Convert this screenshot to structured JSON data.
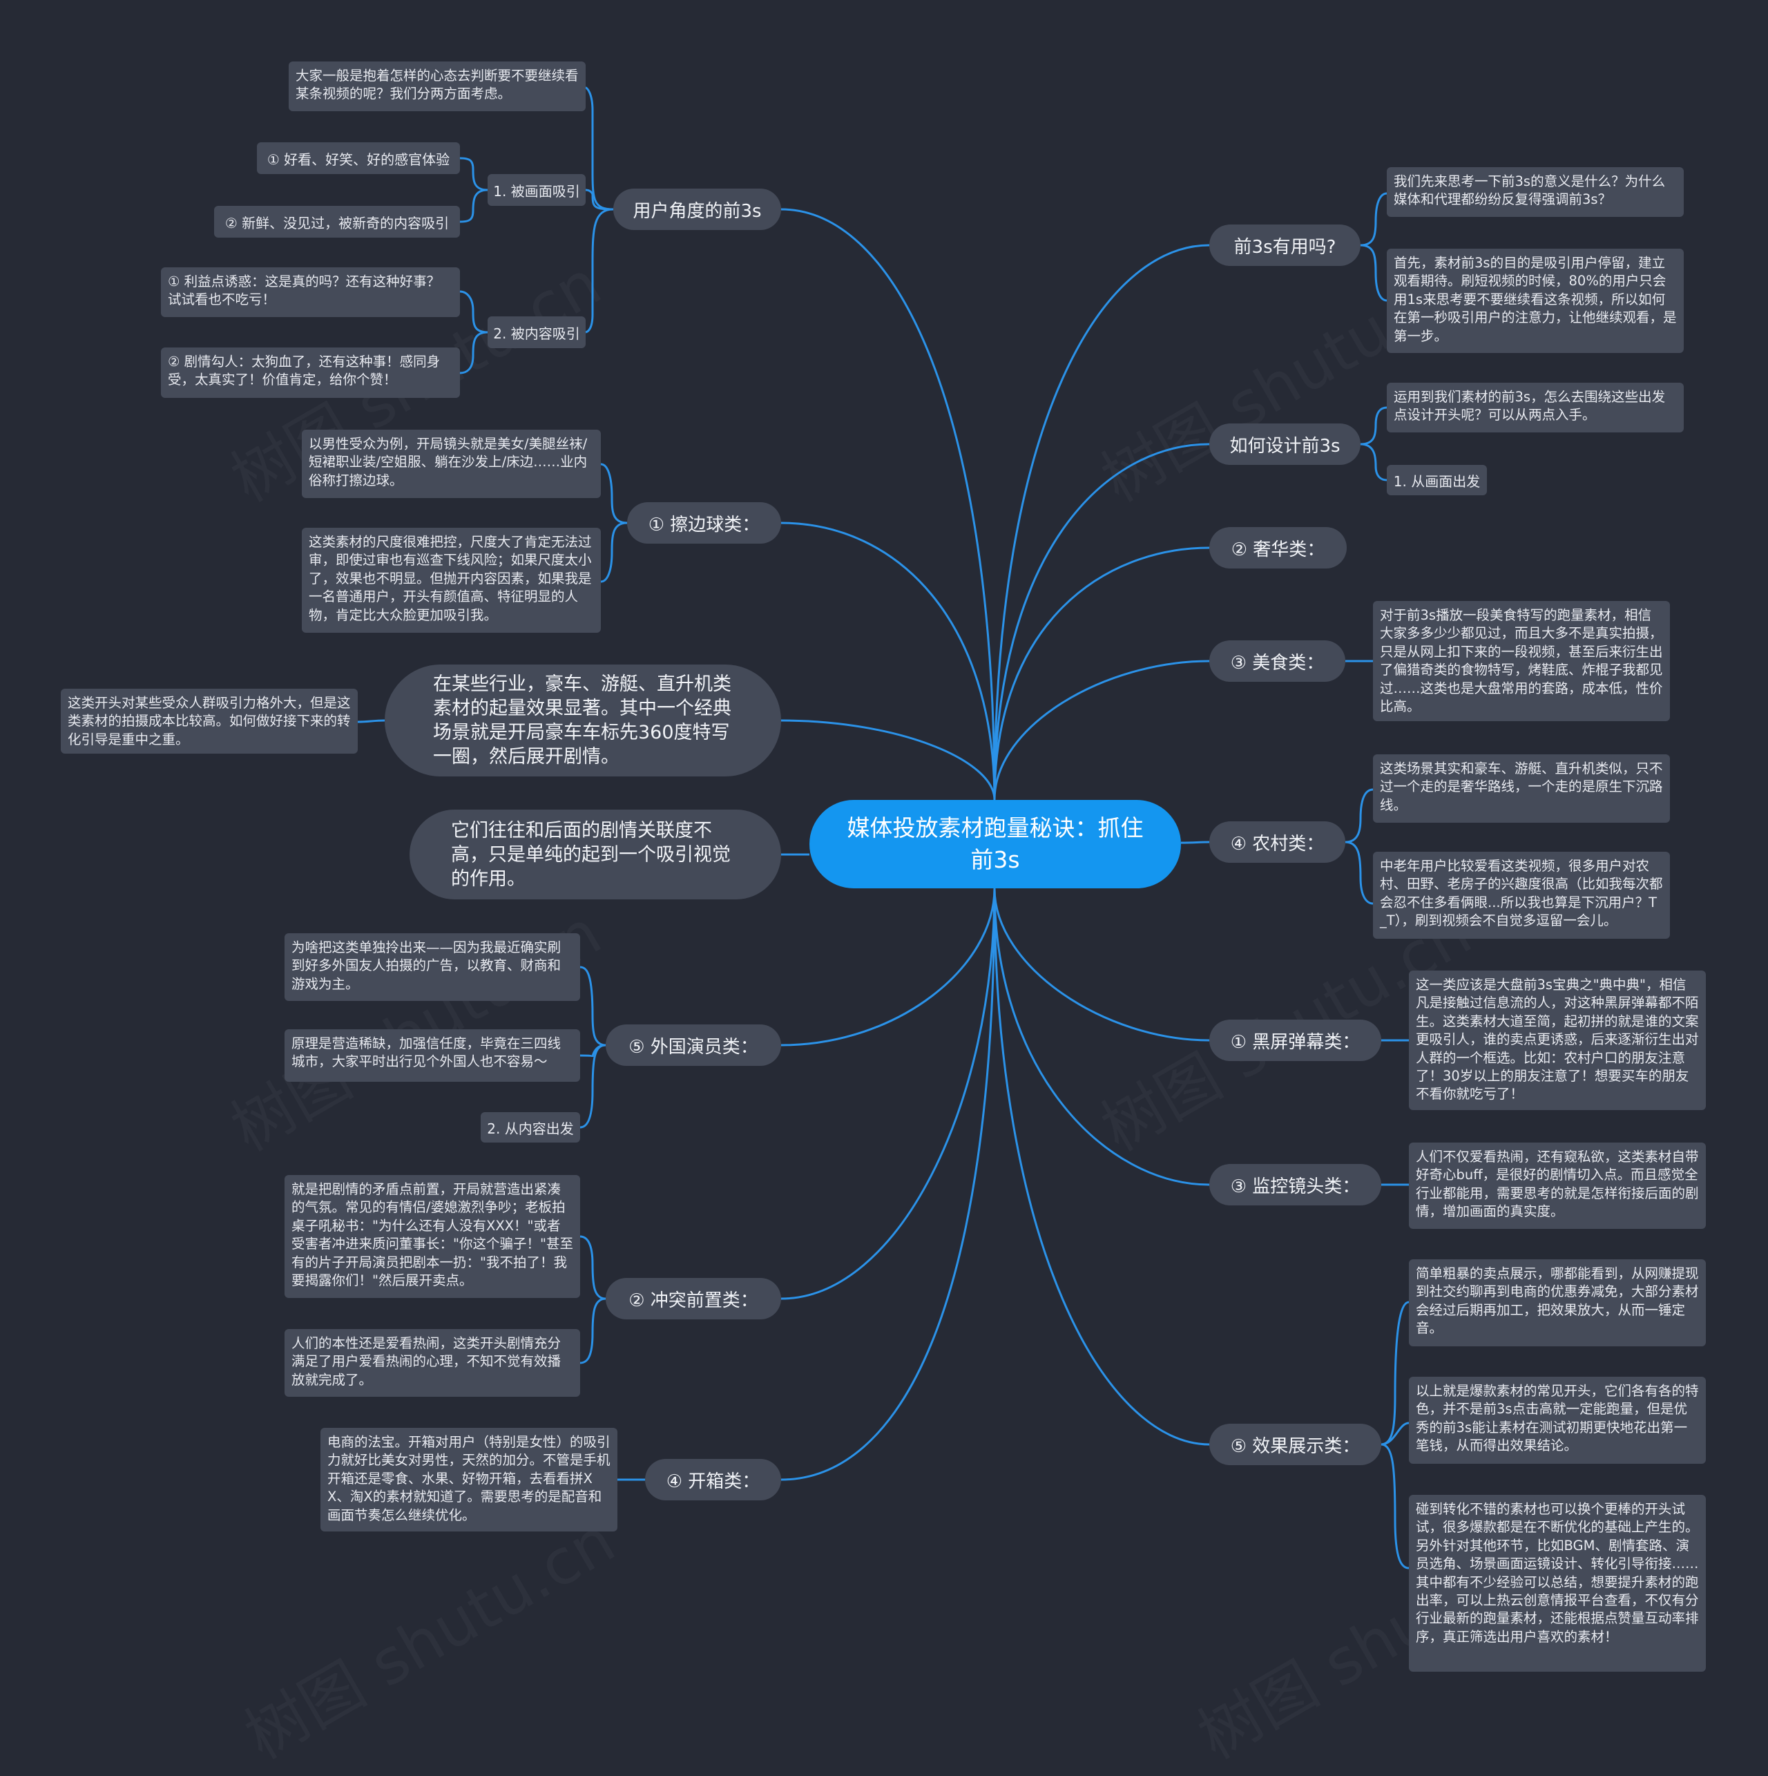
{
  "root": {
    "title": "媒体投放素材跑量秘诀：抓住前3s"
  },
  "watermark": "树图 shutu.cn",
  "left": {
    "user_angle": {
      "label": "用户角度的前3s",
      "intro": "大家一般是抱着怎样的心态去判断要不要继续看某条视频的呢？我们分两方面考虑。",
      "picture": {
        "label": "1. 被画面吸引",
        "items": [
          "① 好看、好笑、好的感官体验",
          "② 新鲜、没见过，被新奇的内容吸引"
        ]
      },
      "content": {
        "label": "2. 被内容吸引",
        "items": [
          "① 利益点诱惑：这是真的吗？还有这种好事？试试看也不吃亏！",
          "② 剧情勾人：太狗血了，还有这种事！感同身受，太真实了！价值肯定，给你个赞！"
        ]
      }
    },
    "edge_ball": {
      "label": "① 擦边球类：",
      "items": [
        "以男性受众为例，开局镜头就是美女/美腿丝袜/短裙职业装/空姐服、躺在沙发上/床边……业内俗称打擦边球。",
        "这类素材的尺度很难把控，尺度大了肯定无法过审，即使过审也有巡查下线风险；如果尺度太小了，效果也不明显。但抛开内容因素，如果我是一名普通用户，开头有颜值高、特征明显的人物，肯定比大众脸更加吸引我。"
      ]
    },
    "luxury_detail": {
      "text": "在某些行业，豪车、游艇、直升机类素材的起量效果显著。其中一个经典场景就是开局豪车车标先360度特写一圈，然后展开剧情。",
      "note": "这类开头对某些受众人群吸引力格外大，但是这类素材的拍摄成本比较高。如何做好接下来的转化引导是重中之重。"
    },
    "visual_note": {
      "text": "它们往往和后面的剧情关联度不高，只是单纯的起到一个吸引视觉的作用。"
    },
    "foreign_actor": {
      "label": "⑤ 外国演员类：",
      "items": [
        "为啥把这类单独拎出来——因为我最近确实刷到好多外国友人拍摄的广告，以教育、财商和游戏为主。",
        "原理是营造稀缺，加强信任度，毕竟在三四线城市，大家平时出行见个外国人也不容易～"
      ],
      "next": "2. 从内容出发"
    },
    "conflict": {
      "label": "② 冲突前置类：",
      "items": [
        "就是把剧情的矛盾点前置，开局就营造出紧凑的气氛。常见的有情侣/婆媳激烈争吵；老板拍桌子吼秘书：\"为什么还有人没有XXX！\"或者受害者冲进来质问董事长：\"你这个骗子！\"甚至有的片子开局演员把剧本一扔：\"我不拍了！我要揭露你们！\"然后展开卖点。",
        "人们的本性还是爱看热闹，这类开头剧情充分满足了用户爱看热闹的心理，不知不觉有效播放就完成了。"
      ]
    },
    "unboxing": {
      "label": "④ 开箱类：",
      "items": [
        "电商的法宝。开箱对用户（特别是女性）的吸引力就好比美女对男性，天然的加分。不管是手机开箱还是零食、水果、好物开箱，去看看拼XX、淘X的素材就知道了。需要思考的是配音和画面节奏怎么继续优化。"
      ]
    }
  },
  "right": {
    "useful": {
      "label": "前3s有用吗?",
      "items": [
        "我们先来思考一下前3s的意义是什么？为什么媒体和代理都纷纷反复得强调前3s？",
        "首先，素材前3s的目的是吸引用户停留，建立观看期待。刷短视频的时候，80%的用户只会用1s来思考要不要继续看这条视频，所以如何在第一秒吸引用户的注意力，让他继续观看，是第一步。"
      ]
    },
    "design": {
      "label": "如何设计前3s",
      "items": [
        "运用到我们素材的前3s，怎么去围绕这些出发点设计开头呢？可以从两点入手。"
      ],
      "next": "1. 从画面出发"
    },
    "luxury": {
      "label": "② 奢华类："
    },
    "food": {
      "label": "③ 美食类：",
      "items": [
        "对于前3s播放一段美食特写的跑量素材，相信大家多多少少都见过，而且大多不是真实拍摄，只是从网上扣下来的一段视频，甚至后来衍生出了偏猎奇类的食物特写，烤鞋底、炸棍子我都见过……这类也是大盘常用的套路，成本低，性价比高。"
      ]
    },
    "rural": {
      "label": "④ 农村类：",
      "items": [
        "这类场景其实和豪车、游艇、直升机类似，只不过一个走的是奢华路线，一个走的是原生下沉路线。",
        "中老年用户比较爱看这类视频，很多用户对农村、田野、老房子的兴趣度很高（比如我每次都会忍不住多看俩眼...所以我也算是下沉用户？T_T），刷到视频会不自觉多逗留一会儿。"
      ]
    },
    "black_screen": {
      "label": "① 黑屏弹幕类：",
      "items": [
        "这一类应该是大盘前3s宝典之\"典中典\"，相信凡是接触过信息流的人，对这种黑屏弹幕都不陌生。这类素材大道至简，起初拼的就是谁的文案更吸引人，谁的卖点更诱惑，后来逐渐衍生出对人群的一个框选。比如：农村户口的朋友注意了！30岁以上的朋友注意了！想要买车的朋友不看你就吃亏了！"
      ]
    },
    "surveillance": {
      "label": "③ 监控镜头类：",
      "items": [
        "人们不仅爱看热闹，还有窥私欲，这类素材自带好奇心buff，是很好的剧情切入点。而且感觉全行业都能用，需要思考的就是怎样衔接后面的剧情，增加画面的真实度。"
      ]
    },
    "effect": {
      "label": "⑤ 效果展示类：",
      "items": [
        "简单粗暴的卖点展示，哪都能看到，从网赚提现到社交约聊再到电商的优惠券减免，大部分素材会经过后期再加工，把效果放大，从而一锤定音。",
        "以上就是爆款素材的常见开头，它们各有各的特色，并不是前3s点击高就一定能跑量，但是优秀的前3s能让素材在测试初期更快地花出第一笔钱，从而得出效果结论。",
        "碰到转化不错的素材也可以换个更棒的开头试试，很多爆款都是在不断优化的基础上产生的。另外针对其他环节，比如BGM、剧情套路、演员选角、场景画面运镜设计、转化引导衔接……其中都有不少经验可以总结，想要提升素材的跑出率，可以上热云创意情报平台查看，不仅有分行业最新的跑量素材，还能根据点赞量互动率排序，真正筛选出用户喜欢的素材！"
      ]
    }
  }
}
